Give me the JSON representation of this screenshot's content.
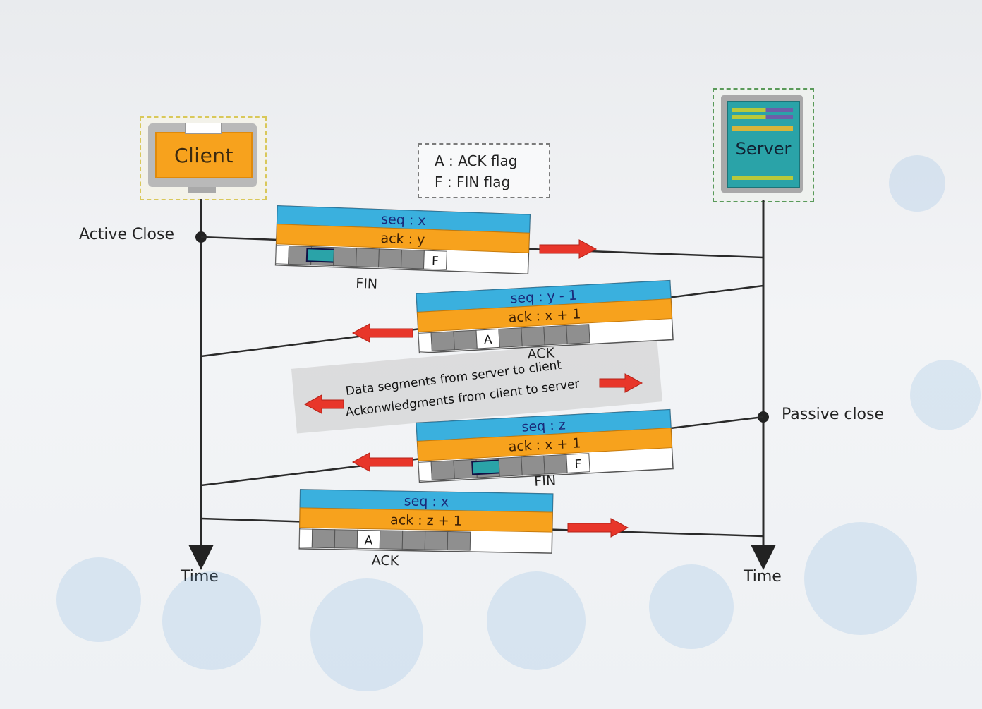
{
  "client": {
    "label": "Client"
  },
  "server": {
    "label": "Server"
  },
  "legend": {
    "ack_flag": "A : ACK flag",
    "fin_flag": "F : FIN flag"
  },
  "timeline": {
    "active_close": "Active Close",
    "passive_close": "Passive close",
    "time_client": "Time",
    "time_server": "Time"
  },
  "segments": [
    {
      "seq": "seq : x",
      "ack": "ack : y",
      "flag": "F",
      "caption": "FIN"
    },
    {
      "seq": "seq : y - 1",
      "ack": "ack : x + 1",
      "flag": "A",
      "caption": "ACK"
    },
    {
      "seq": "seq : z",
      "ack": "ack : x + 1",
      "flag": "F",
      "caption": "FIN"
    },
    {
      "seq": "seq : x",
      "ack": "ack : z + 1",
      "flag": "A",
      "caption": "ACK"
    }
  ],
  "band": {
    "line1": "Data segments from server to client",
    "line2": "Ackonwledgments from client to server"
  },
  "colors": {
    "seq_fill": "#3ab0de",
    "ack_fill": "#f7a21d",
    "arrow": "#e8362a",
    "cell_gray": "#8f8f8f"
  }
}
